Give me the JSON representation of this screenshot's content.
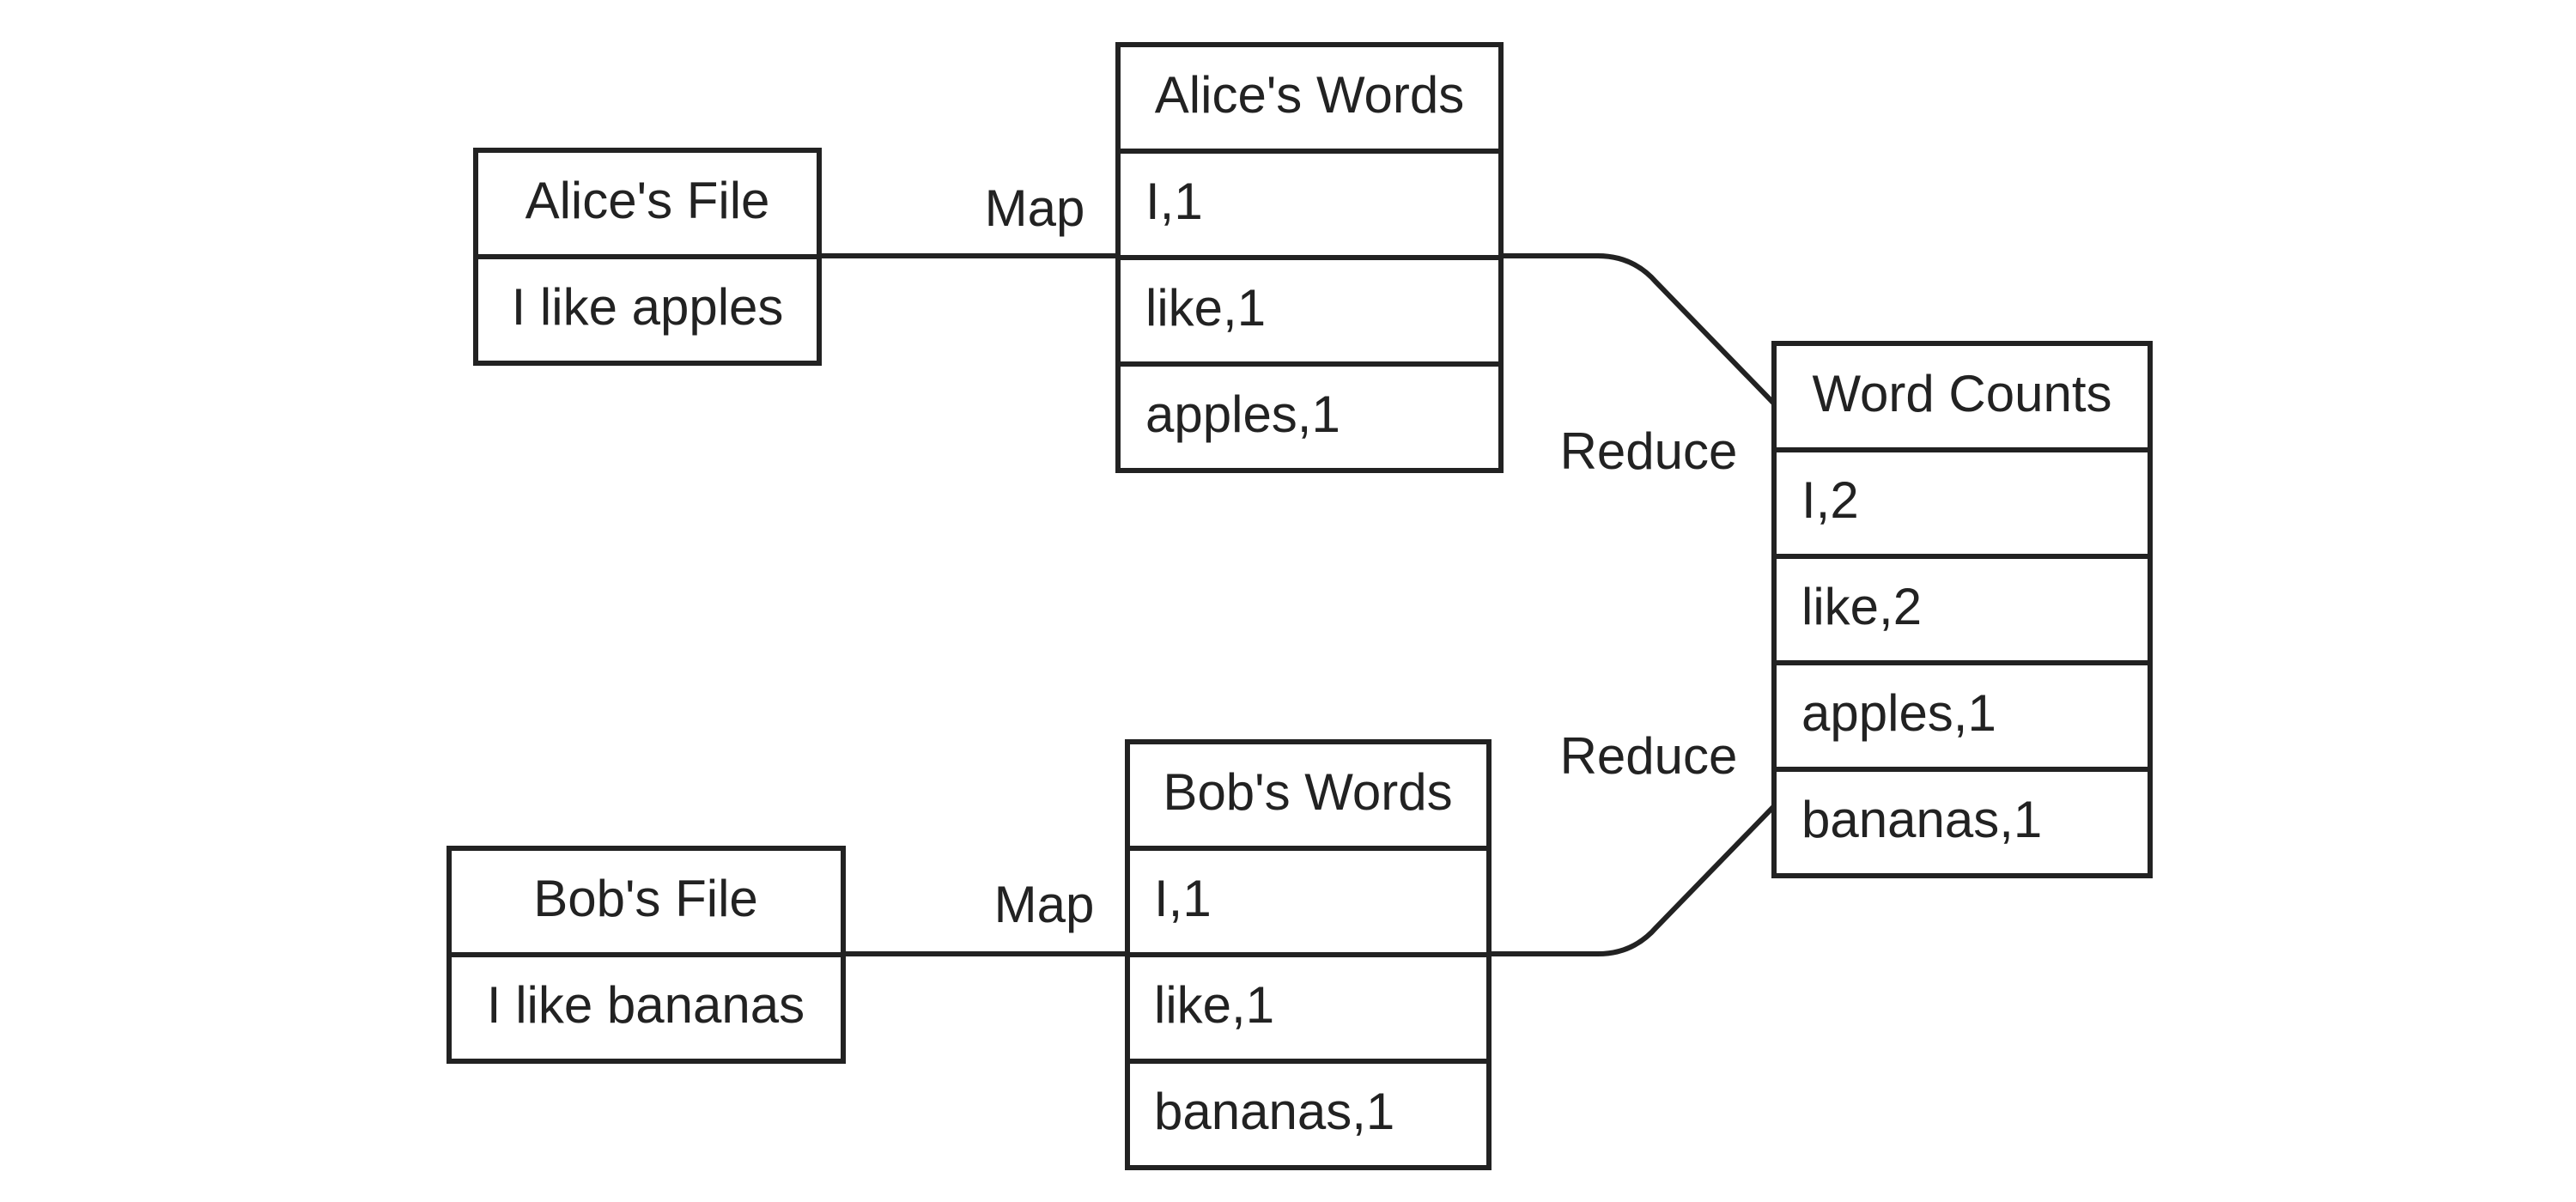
{
  "nodes": {
    "alice_file": {
      "title": "Alice's File",
      "rows": [
        "I like apples"
      ]
    },
    "alice_words": {
      "title": "Alice's Words",
      "rows": [
        "I,1",
        "like,1",
        "apples,1"
      ]
    },
    "bob_file": {
      "title": "Bob's File",
      "rows": [
        "I like bananas"
      ]
    },
    "bob_words": {
      "title": "Bob's Words",
      "rows": [
        "I,1",
        "like,1",
        "bananas,1"
      ]
    },
    "word_counts": {
      "title": "Word Counts",
      "rows": [
        "I,2",
        "like,2",
        "apples,1",
        "bananas,1"
      ]
    }
  },
  "edges": {
    "alice_map": {
      "label": "Map"
    },
    "bob_map": {
      "label": "Map"
    },
    "alice_reduce": {
      "label": "Reduce"
    },
    "bob_reduce": {
      "label": "Reduce"
    }
  },
  "colors": {
    "stroke": "#222222",
    "fill": "#ffffff",
    "text": "#222222"
  }
}
